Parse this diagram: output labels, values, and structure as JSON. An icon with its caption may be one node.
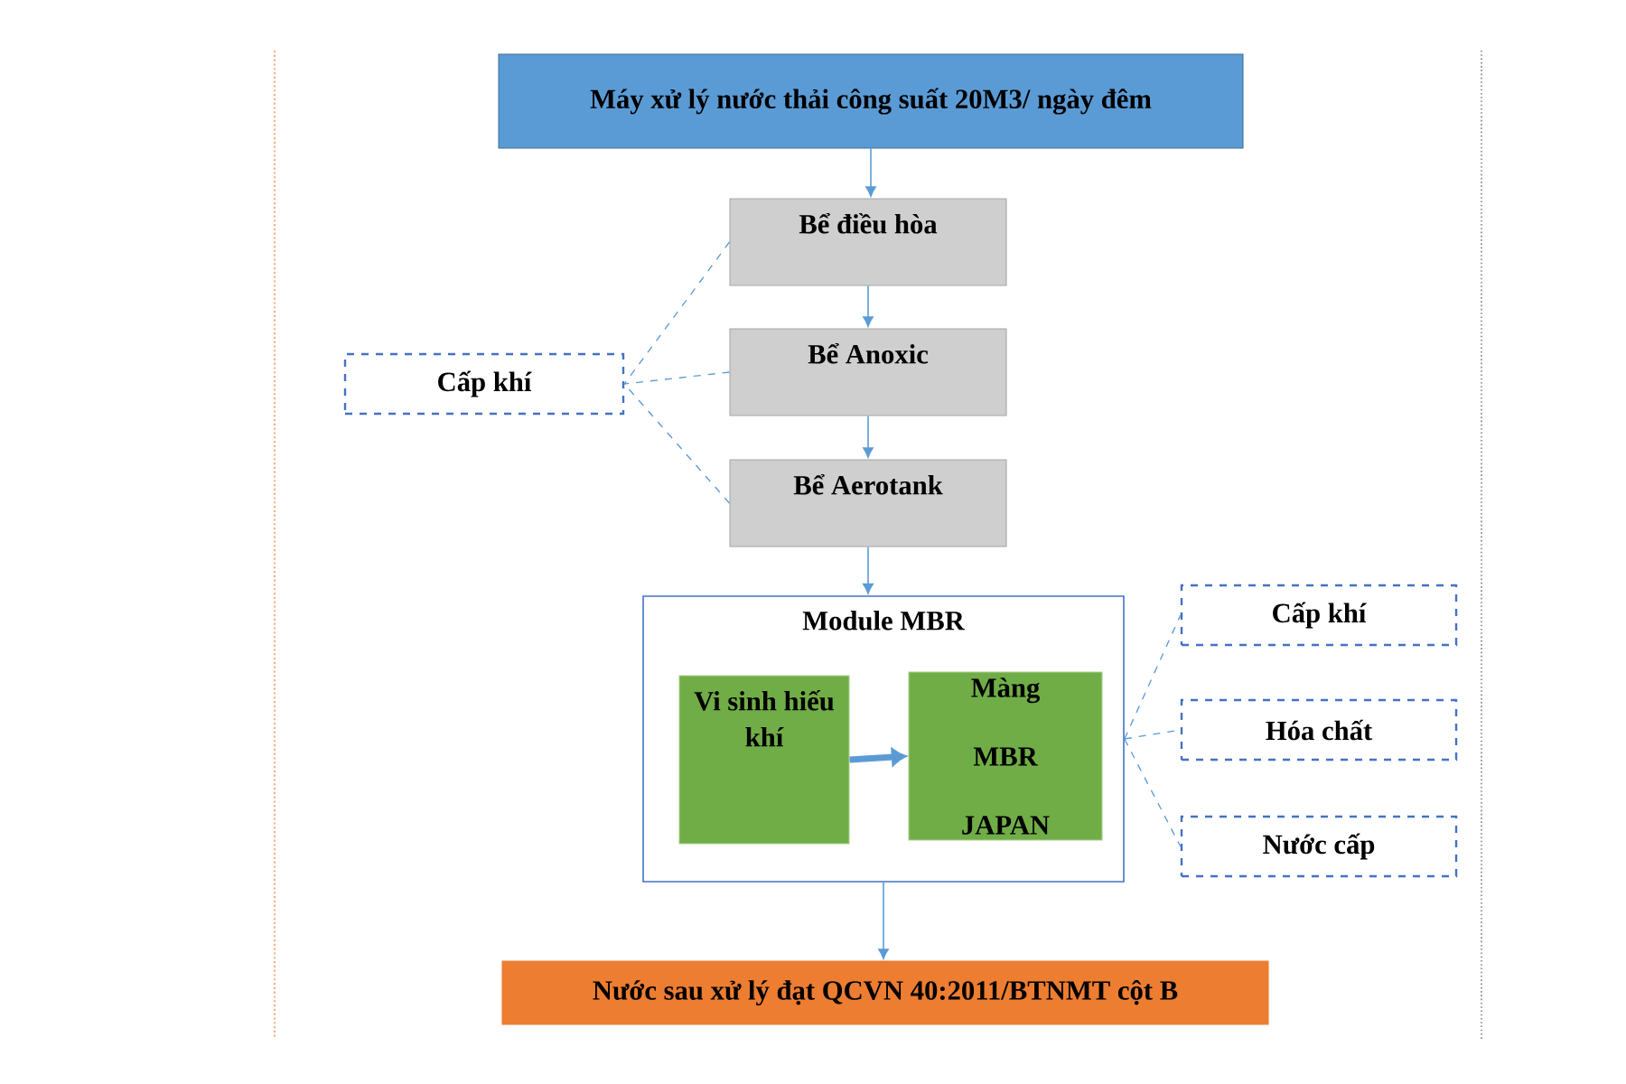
{
  "diagram": {
    "nodes": [
      {
        "text": [
          "Máy xử lý nước thải công suất 20M3/ ngày đêm"
        ]
      },
      {
        "text": [
          "Bể điều hòa"
        ]
      },
      {
        "text": [
          "Cấp khí"
        ]
      },
      {
        "text": [
          "Bể Anoxic"
        ]
      },
      {
        "text": [
          "Bể Aerotank"
        ]
      },
      {
        "text": [
          "Module MBR"
        ]
      },
      {
        "text": [
          "Vi sinh hiếu khí"
        ],
        "in": 5
      },
      {
        "text": [
          "Màng MBR JAPAN"
        ],
        "in": 5
      },
      {
        "text": [
          "Cấp khí"
        ]
      },
      {
        "text": [
          "Hóa chất"
        ]
      },
      {
        "text": [
          "Nước cấp"
        ]
      },
      {
        "text": [
          "Nước sau xử lý đạt QCVN 40:2011/BTNMT cột B"
        ]
      }
    ],
    "edges": [
      {
        "from": 0,
        "to": 1,
        "arrow": "to"
      },
      {
        "from": 1,
        "to": 3,
        "arrow": "to"
      },
      {
        "from": 3,
        "to": 4,
        "arrow": "to"
      },
      {
        "from": 4,
        "to": 5,
        "arrow": "to"
      },
      {
        "from": 6,
        "to": 7,
        "arrow": "to",
        "style": "thick"
      },
      {
        "from": 5,
        "to": 11,
        "arrow": "to"
      },
      {
        "from": 1,
        "to": 2,
        "arrow": "none",
        "style": "dashed"
      },
      {
        "from": 3,
        "to": 2,
        "arrow": "none",
        "style": "dashed"
      },
      {
        "from": 4,
        "to": 2,
        "arrow": "none",
        "style": "dashed"
      },
      {
        "from": 5,
        "to": 8,
        "arrow": "none",
        "style": "dashed"
      },
      {
        "from": 5,
        "to": 9,
        "arrow": "none",
        "style": "dashed"
      },
      {
        "from": 5,
        "to": 10,
        "arrow": "none",
        "style": "dashed"
      }
    ]
  }
}
